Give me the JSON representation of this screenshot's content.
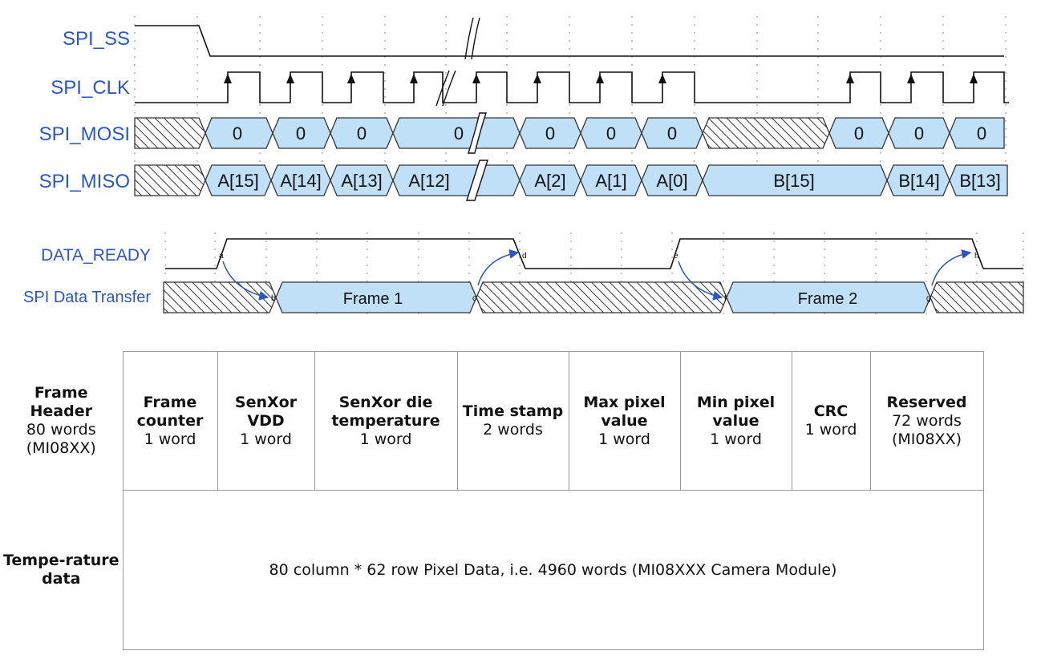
{
  "signals": [
    {
      "id": "ss",
      "label": "SPI_SS"
    },
    {
      "id": "clk",
      "label": "SPI_CLK"
    },
    {
      "id": "mosi",
      "label": "SPI_MOSI"
    },
    {
      "id": "miso",
      "label": "SPI_MISO"
    },
    {
      "id": "dr",
      "label": "DATA_READY"
    },
    {
      "id": "xfer",
      "label": "SPI Data Transfer"
    }
  ],
  "mosi_values": [
    "0",
    "0",
    "0",
    "0",
    "0",
    "0",
    "0",
    "0",
    "0",
    "0"
  ],
  "miso_values": [
    "A[15]",
    "A[14]",
    "A[13]",
    "A[12]",
    "A[2]",
    "A[1]",
    "A[0]",
    "B[15]",
    "B[14]",
    "B[13]"
  ],
  "frames": [
    "Frame 1",
    "Frame 2"
  ],
  "markers": [
    "a",
    "b",
    "c",
    "d",
    "e",
    "f",
    "g",
    "h"
  ],
  "colors": {
    "label": "#2a56c6",
    "bus_fill": "#bfe0f7",
    "line": "#111111",
    "arrow": "#2a56c6",
    "grid": "#8a8a8a"
  },
  "table": {
    "header_row": {
      "row_title": {
        "bold": "Frame Header",
        "normal": "80 words (MI08XX)"
      },
      "cells": [
        {
          "bold": "Frame counter",
          "normal": "1 word"
        },
        {
          "bold": "SenXor VDD",
          "normal": "1 word"
        },
        {
          "bold": "SenXor die temperature",
          "normal": "1 word"
        },
        {
          "bold": "Time stamp",
          "normal": "2 words"
        },
        {
          "bold": "Max pixel value",
          "normal": "1 word"
        },
        {
          "bold": "Min pixel value",
          "normal": "1 word"
        },
        {
          "bold": "CRC",
          "normal": "1 word"
        },
        {
          "bold": "Reserved",
          "normal": "72 words (MI08XX)"
        }
      ]
    },
    "data_row": {
      "row_title": "Tempe-rature data",
      "content": "80 column * 62 row Pixel Data, i.e. 4960 words (MI08XXX Camera Module)"
    }
  }
}
